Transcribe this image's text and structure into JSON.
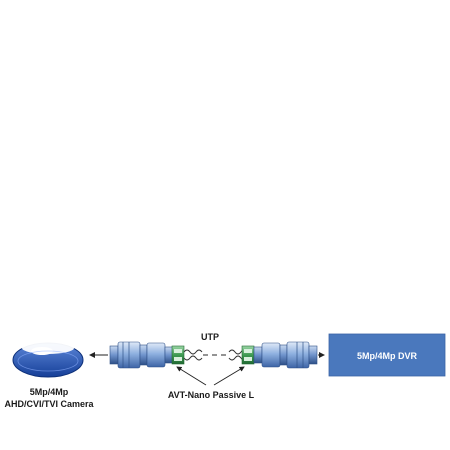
{
  "camera": {
    "label_line1": "5Mp/4Mp",
    "label_line2": "AHD/CVI/TVI Camera"
  },
  "cable": {
    "label": "UTP"
  },
  "balun": {
    "label": "AVT-Nano Passive L"
  },
  "dvr": {
    "label": "5Mp/4Mp DVR"
  },
  "colors": {
    "connector_blue": "#7fa6d9",
    "connector_dark": "#2d4f86",
    "terminal_green": "#3e9a52",
    "dvr_box": "#4a78bd",
    "camera_blue": "#1f4fb0"
  }
}
